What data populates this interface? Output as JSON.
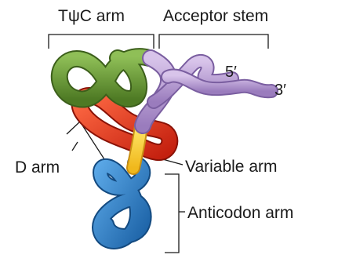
{
  "labels": {
    "tpsic_arm": "TψC arm",
    "acceptor_stem": "Acceptor stem",
    "five_prime": "5′",
    "three_prime": "3′",
    "d_arm": "D arm",
    "variable_arm": "Variable arm",
    "anticodon_arm": "Anticodon arm"
  },
  "colors": {
    "tpsic_arm": "#6f9a3c",
    "acceptor_stem": "#b59ad0",
    "d_arm": "#e33a26",
    "variable_arm": "#f5d531",
    "anticodon_arm": "#2f82c9",
    "text": "#1a1a1a"
  }
}
